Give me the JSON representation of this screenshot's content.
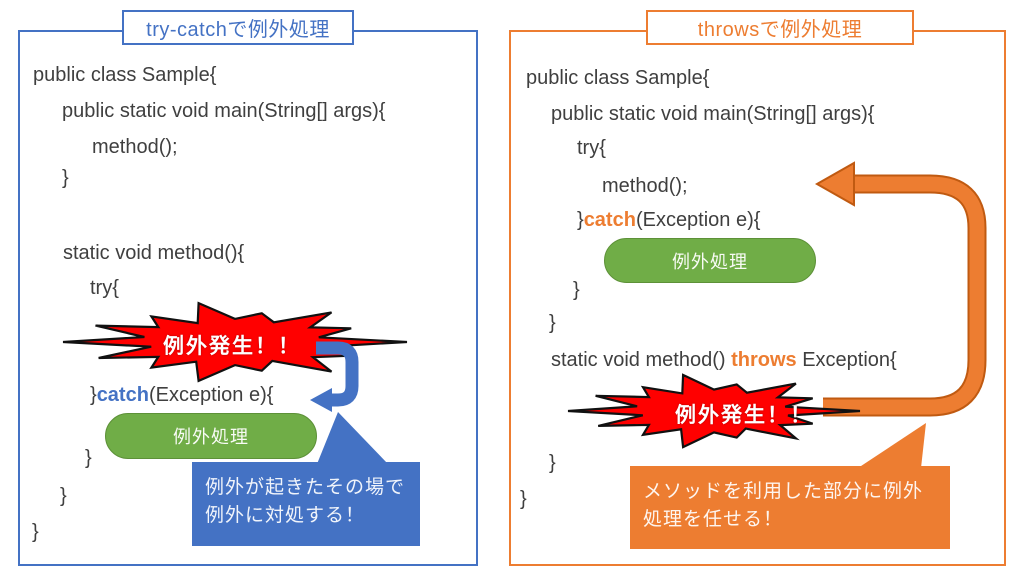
{
  "colors": {
    "blue_accent": "#4472C4",
    "orange_accent": "#ED7D31",
    "green_pill": "#70AD47",
    "burst_red": "#FF0000",
    "code_text": "#3F3F3F"
  },
  "left": {
    "title": "try-catchで例外処理",
    "code_1": "public class Sample{",
    "code_2": "public static void main(String[] args){",
    "code_3": "method();",
    "code_4": "}",
    "code_5": "static void method(){",
    "code_6": "try{",
    "catch_line": {
      "pre": "}",
      "kw": "catch",
      "post": "(Exception e){"
    },
    "code_8": "}",
    "code_9": "}",
    "code_10": "}",
    "burst_label": "例外発生！！",
    "pill_label": "例外処理",
    "callout_line1": "例外が起きたその場で",
    "callout_line2": "例外に対処する！"
  },
  "right": {
    "title": "throwsで例外処理",
    "code_1": "public class Sample{",
    "code_2": "public static void main(String[] args){",
    "code_3": "try{",
    "code_4": "method();",
    "catch_line": {
      "pre": "}",
      "kw": "catch",
      "post": "(Exception e){"
    },
    "code_6": "}",
    "code_7": "}",
    "throws_line": {
      "pre": "static void method() ",
      "kw": "throws",
      "post": " Exception{"
    },
    "code_9": "}",
    "code_10": "}",
    "burst_label": "例外発生！！",
    "pill_label": "例外処理",
    "callout_line1": "メソッドを利用した部分に例外",
    "callout_line2": "処理を任せる！"
  }
}
